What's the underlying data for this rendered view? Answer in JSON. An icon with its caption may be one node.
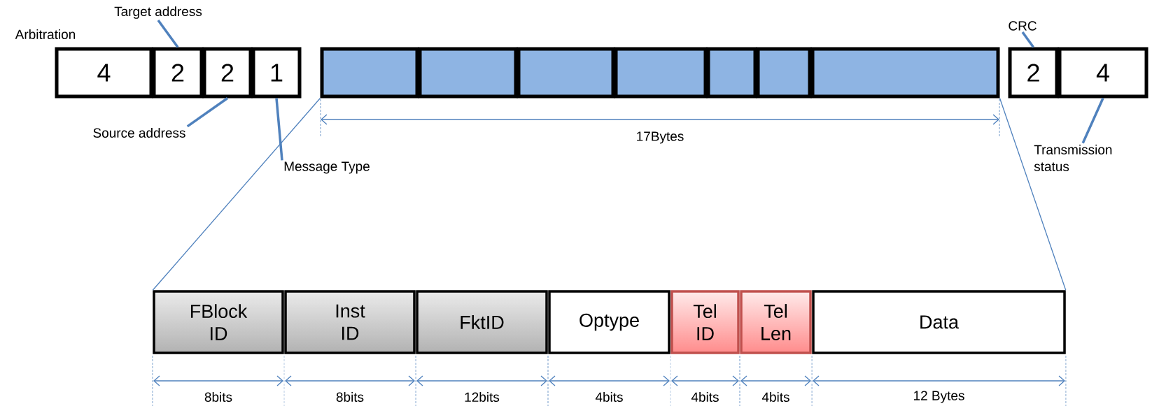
{
  "diagram": {
    "nodes": [
      {
        "text": [
          "4"
        ]
      },
      {
        "text": [
          "2"
        ]
      },
      {
        "text": [
          "2"
        ]
      },
      {
        "text": [
          "1"
        ]
      },
      {
        "text": [],
        "shape": "box"
      },
      {
        "text": [],
        "shape": "box"
      },
      {
        "text": [],
        "shape": "box"
      },
      {
        "text": [],
        "shape": "box"
      },
      {
        "text": [],
        "shape": "box"
      },
      {
        "text": [],
        "shape": "box"
      },
      {
        "text": [],
        "shape": "box"
      },
      {
        "text": [
          "2"
        ]
      },
      {
        "text": [
          "4"
        ]
      },
      {
        "text": [
          "FBlock ID"
        ]
      },
      {
        "text": [
          "Inst ID"
        ]
      },
      {
        "text": [
          "FktID"
        ]
      },
      {
        "text": [
          "Optype"
        ]
      },
      {
        "text": [
          "Tel ID"
        ]
      },
      {
        "text": [
          "Tel Len"
        ]
      },
      {
        "text": [
          "Data"
        ]
      },
      {
        "text": [
          "Target address"
        ]
      },
      {
        "text": [
          "Source address"
        ]
      },
      {
        "text": [
          "Message Type"
        ]
      },
      {
        "text": [
          "CRC"
        ]
      },
      {
        "text": [
          "Transmission status"
        ]
      }
    ],
    "edges": [
      {
        "from": 20,
        "to": 1,
        "arrow": "none"
      },
      {
        "from": 21,
        "to": 2,
        "arrow": "none"
      },
      {
        "from": 22,
        "to": 3,
        "arrow": "none"
      },
      {
        "from": 23,
        "to": 11,
        "arrow": "none"
      },
      {
        "from": 24,
        "to": 12,
        "arrow": "none"
      },
      {
        "from": 4,
        "to": 13,
        "arrow": "none"
      },
      {
        "from": 10,
        "to": 19,
        "arrow": "none"
      }
    ],
    "labels": [
      "Arbitration",
      "17Bytes",
      "8bits",
      "8bits",
      "12bits",
      "4bits",
      "4bits",
      "4bits",
      "12 Bytes"
    ]
  }
}
